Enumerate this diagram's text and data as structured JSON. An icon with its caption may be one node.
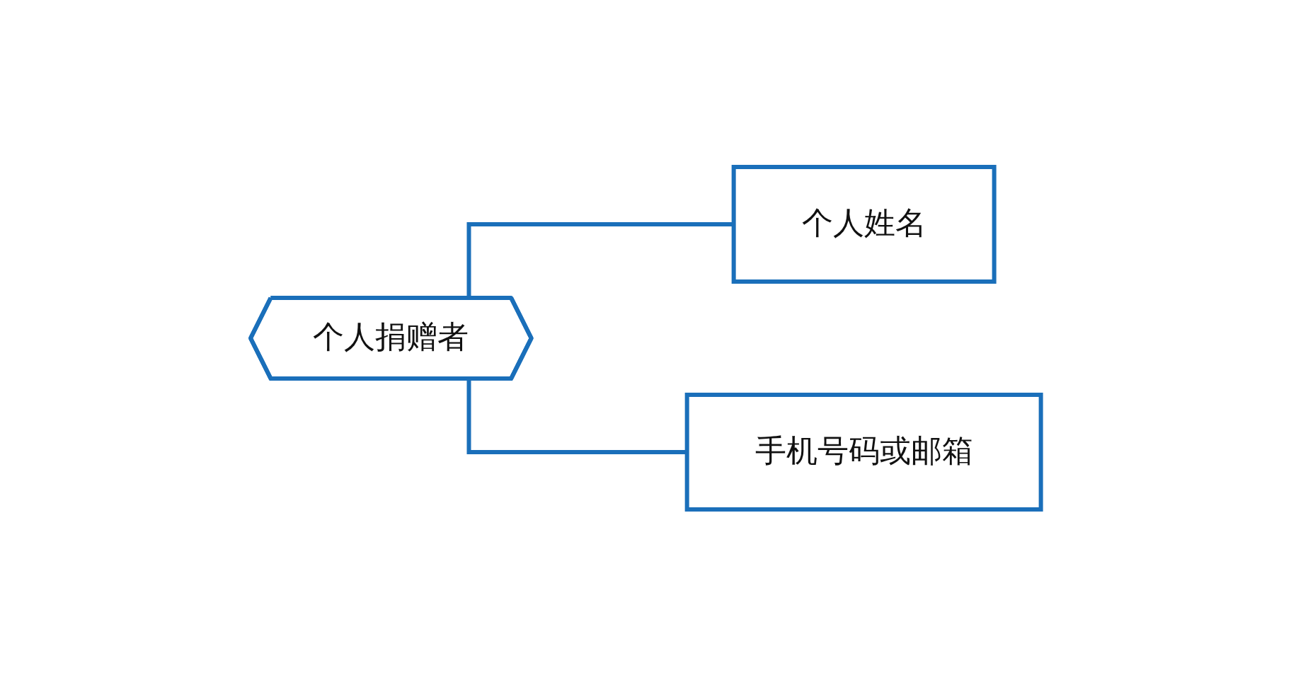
{
  "diagram": {
    "nodes": [
      {
        "text": [
          "个人捐赠者"
        ]
      },
      {
        "text": [
          "个人姓名"
        ]
      },
      {
        "text": [
          "手机号码或邮箱"
        ]
      }
    ],
    "edges": [
      {
        "from": 0,
        "to": 1,
        "arrow": "none"
      },
      {
        "from": 0,
        "to": 2,
        "arrow": "none"
      }
    ]
  }
}
